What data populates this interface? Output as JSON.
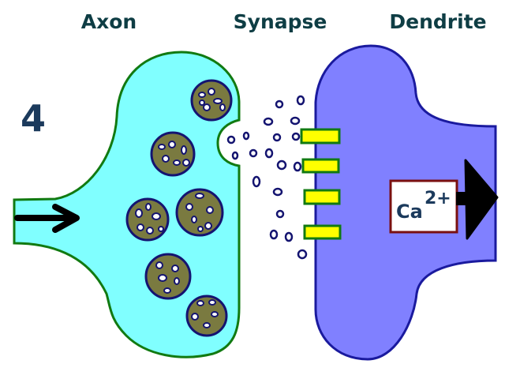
{
  "labels": {
    "axon": "Axon",
    "synapse": "Synapse",
    "dendrite": "Dendrite",
    "step_number": "4"
  },
  "ion_box": {
    "symbol": "Ca",
    "charge": "2+"
  },
  "colors": {
    "axon_fill": "#80ffff",
    "axon_stroke": "#117a11",
    "dendrite_fill": "#8080ff",
    "dendrite_stroke": "#1a1a9e",
    "vesicle_fill": "#7a7a40",
    "vesicle_stroke": "#141470",
    "neurotransmitter_stroke": "#141470",
    "receptor_fill": "#ffff00",
    "receptor_stroke": "#117a11",
    "ion_box_stroke": "#7a1010",
    "arrow": "#000000",
    "title_text": "#0e3d44"
  },
  "icons": {
    "input_arrow": "arrow-right-icon",
    "output_arrow": "arrow-right-icon"
  }
}
